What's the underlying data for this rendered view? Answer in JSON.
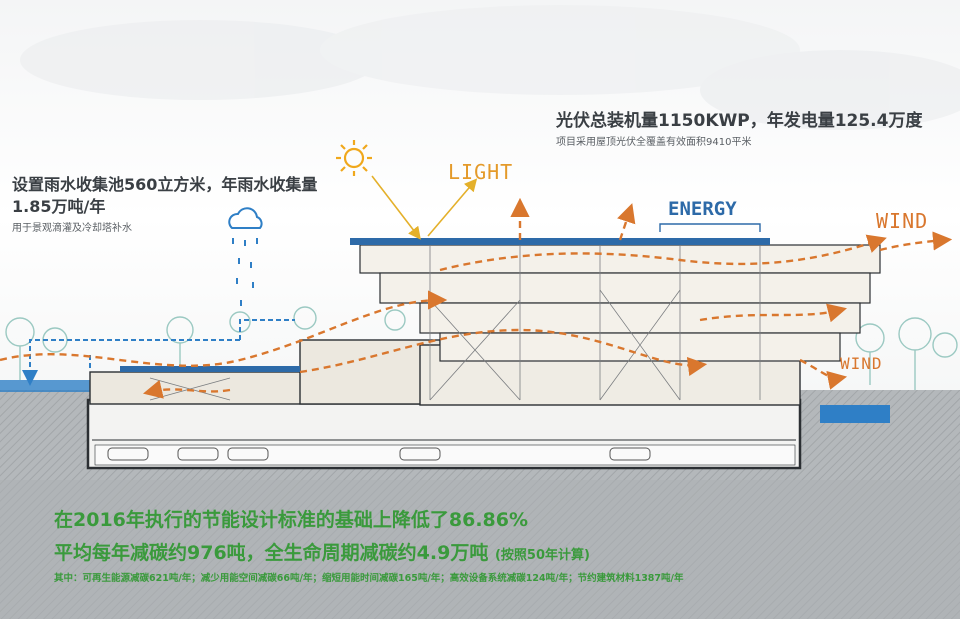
{
  "pv": {
    "headline": "光伏总装机量1150KWP，年发电量125.4万度",
    "sub": "项目采用屋顶光伏全覆盖有效面积9410平米"
  },
  "rain": {
    "headline_line1": "设置雨水收集池560立方米，年雨水收集量",
    "headline_line2": "1.85万吨/年",
    "sub": "用于景观滴灌及冷却塔补水"
  },
  "labels": {
    "light": "LIGHT",
    "energy": "ENERGY",
    "wind_top": "WIND",
    "wind_side": "WIND"
  },
  "stats": {
    "line1": "在2016年执行的节能设计标准的基础上降低了86.86%",
    "line2": "平均每年减碳约976吨，全生命周期减碳约4.9万吨",
    "line2_note": "(按照50年计算)",
    "line3": "其中：可再生能源减碳621吨/年；减少用能空间减碳66吨/年；缩短用能时间减碳165吨/年；高效设备系统减碳124吨/年；节约建筑材料1387吨/年"
  },
  "icons": [
    "sun-icon",
    "rain-cloud-icon"
  ],
  "colors": {
    "wind": "#d9772e",
    "light": "#e49a2a",
    "energy": "#2d6aa8",
    "water": "#2f7fc6",
    "stats": "#3a9a3c",
    "ground": "#a9adb0"
  }
}
